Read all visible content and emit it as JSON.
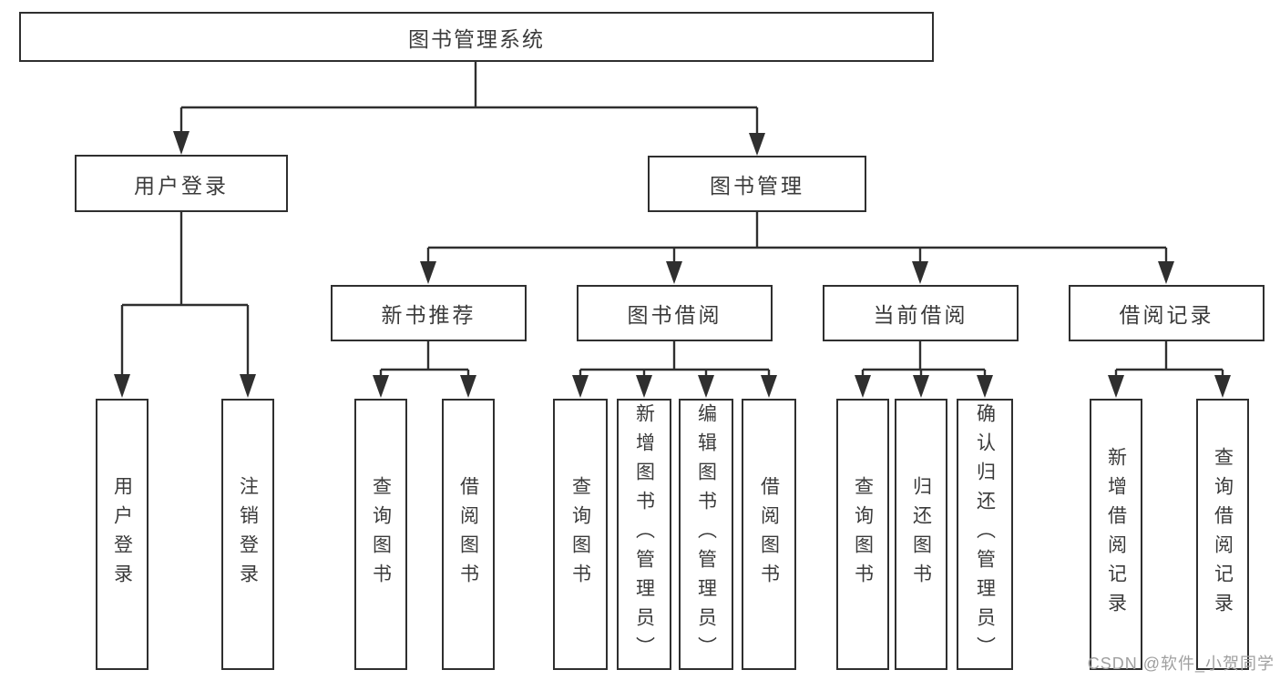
{
  "diagram": {
    "title_node": {
      "label": "图书管理系统"
    },
    "level1": [
      {
        "id": "user-login",
        "label": "用户登录"
      },
      {
        "id": "book-management",
        "label": "图书管理"
      }
    ],
    "level2": [
      {
        "id": "new-book-recommend",
        "parent": "图书管理",
        "label": "新书推荐"
      },
      {
        "id": "book-borrow",
        "parent": "图书管理",
        "label": "图书借阅"
      },
      {
        "id": "current-borrow",
        "parent": "图书管理",
        "label": "当前借阅"
      },
      {
        "id": "borrow-records",
        "parent": "图书管理",
        "label": "借阅记录"
      }
    ],
    "leaves": [
      {
        "parent": "用户登录",
        "label": "用户登录"
      },
      {
        "parent": "用户登录",
        "label": "注销登录"
      },
      {
        "parent": "新书推荐",
        "label": "查询图书"
      },
      {
        "parent": "新书推荐",
        "label": "借阅图书"
      },
      {
        "parent": "图书借阅",
        "label": "查询图书"
      },
      {
        "parent": "图书借阅",
        "label": "新增图书（管理员）"
      },
      {
        "parent": "图书借阅",
        "label": "编辑图书（管理员）"
      },
      {
        "parent": "图书借阅",
        "label": "借阅图书"
      },
      {
        "parent": "当前借阅",
        "label": "查询图书"
      },
      {
        "parent": "当前借阅",
        "label": "归还图书"
      },
      {
        "parent": "当前借阅",
        "label": "确认归还（管理员）"
      },
      {
        "parent": "借阅记录",
        "label": "新增借阅记录"
      },
      {
        "parent": "借阅记录",
        "label": "查询借阅记录"
      }
    ]
  },
  "watermark": {
    "text": "CSDN @软件_小贺同学"
  },
  "colors": {
    "line": "#2f2f2f",
    "text": "#3b3b3b",
    "box_background": "#ffffff",
    "page_background": "#ffffff",
    "watermark": "#a0a0a0"
  }
}
